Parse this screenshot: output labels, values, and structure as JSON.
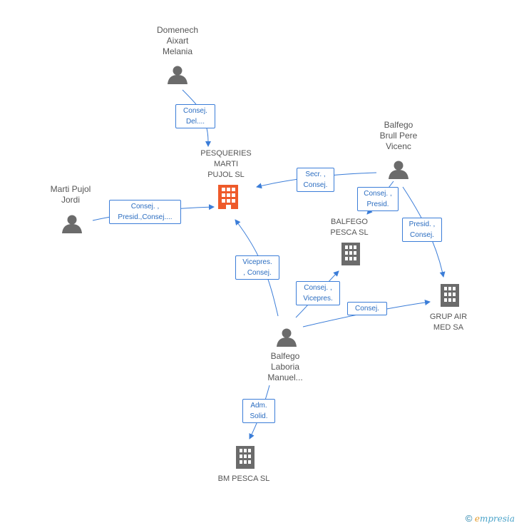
{
  "nodes": {
    "domenech": {
      "lines": [
        "Domenech",
        "Aixart",
        "Melania"
      ]
    },
    "pesqueries": {
      "lines": [
        "PESQUERIES",
        "MARTI",
        "PUJOL SL"
      ]
    },
    "marti_pujol": {
      "lines": [
        "Marti Pujol",
        "Jordi"
      ]
    },
    "balfego_brull": {
      "lines": [
        "Balfego",
        "Brull Pere",
        "Vicenc"
      ]
    },
    "balfego_pesca": {
      "lines": [
        "BALFEGO",
        "PESCA  SL"
      ]
    },
    "grup_air": {
      "lines": [
        "GRUP AIR",
        "MED SA"
      ]
    },
    "balfego_laboria": {
      "lines": [
        "Balfego",
        "Laboria",
        "Manuel..."
      ]
    },
    "bm_pesca": {
      "lines": [
        "BM PESCA  SL"
      ]
    }
  },
  "edges": {
    "domenech_pesqueries": {
      "lines": [
        "Consej.",
        "Del...."
      ]
    },
    "marti_pesqueries": {
      "lines": [
        "Consej. ,",
        "Presid.,Consej...."
      ]
    },
    "brull_pesqueries": {
      "lines": [
        "Secr. ,",
        "Consej."
      ]
    },
    "brull_balfego_pesca": {
      "lines": [
        "Consej. ,",
        "Presid."
      ]
    },
    "brull_grup_air": {
      "lines": [
        "Presid. ,",
        "Consej."
      ]
    },
    "laboria_pesqueries": {
      "lines": [
        "Vicepres.",
        ", Consej."
      ]
    },
    "laboria_balfego_pesca": {
      "lines": [
        "Consej. ,",
        "Vicepres."
      ]
    },
    "laboria_grup_air": {
      "lines": [
        "Consej."
      ]
    },
    "laboria_bm_pesca": {
      "lines": [
        "Adm.",
        "Solid."
      ]
    }
  },
  "colors": {
    "person": "#6b6b6b",
    "building": "#6b6b6b",
    "focus_building": "#ee5a2a",
    "edge": "#3b7dd8"
  },
  "footer": {
    "copyright": "©",
    "brand_initial": "e",
    "brand_rest": "mpresia"
  }
}
